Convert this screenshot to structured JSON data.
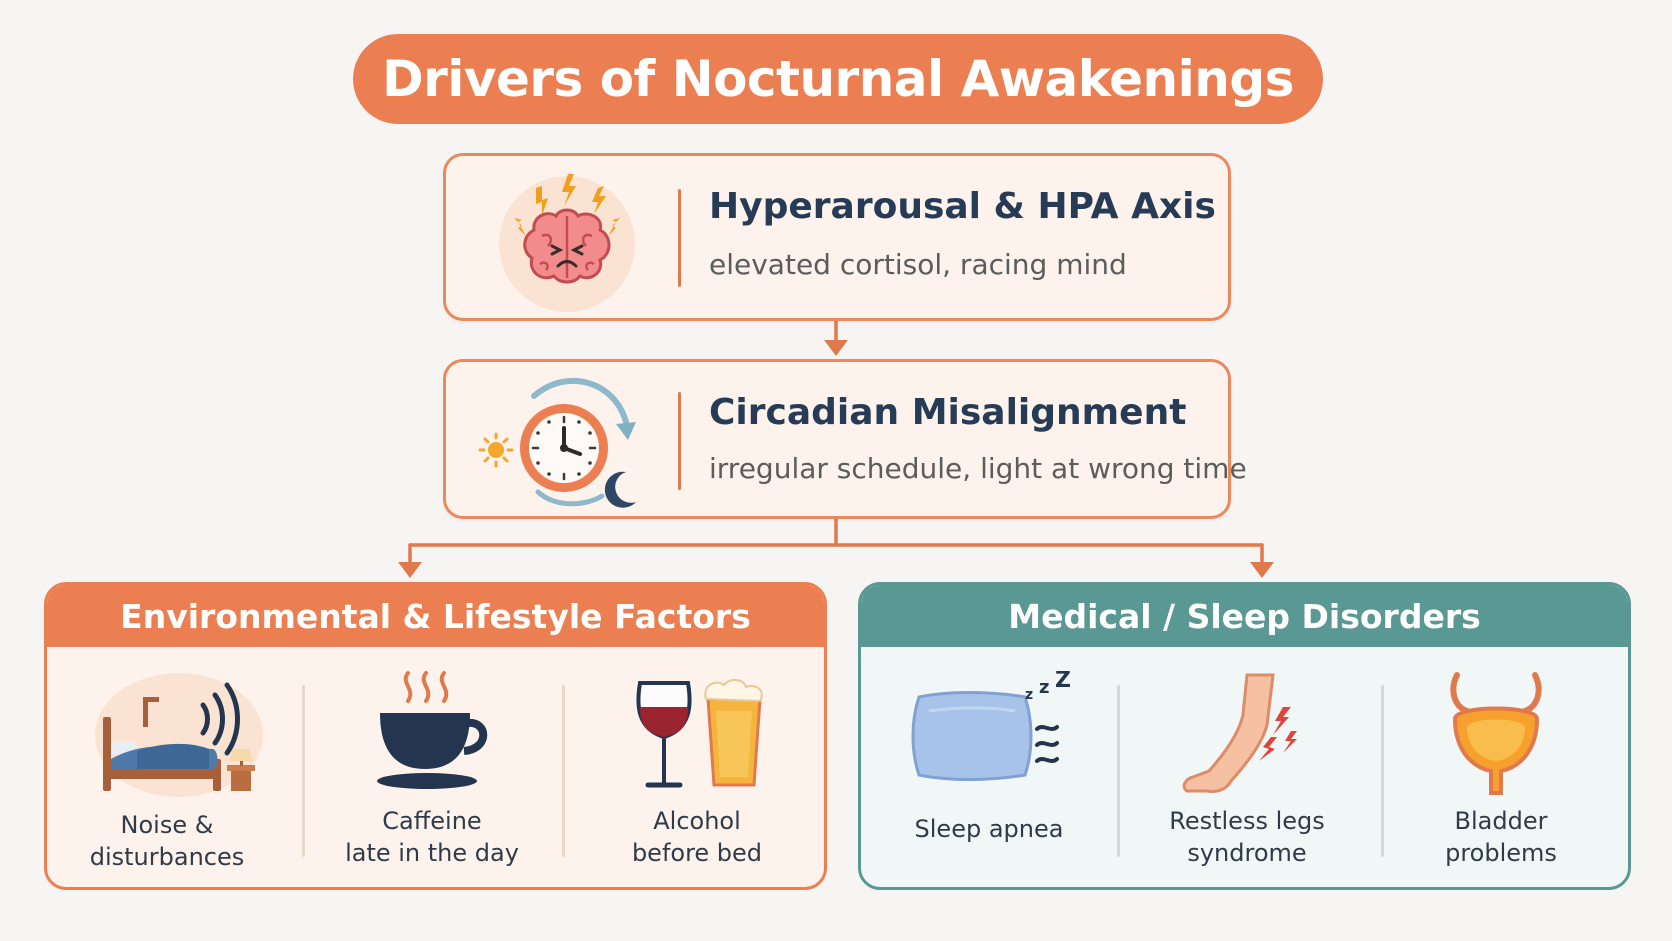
{
  "title": "Drivers of Nocturnal Awakenings",
  "colors": {
    "orange": "#ec7f52",
    "teal": "#5a9893",
    "navy": "#263b55"
  },
  "flow": [
    {
      "title": "Hyperarousal & HPA Axis",
      "subtitle": "elevated cortisol, racing mind",
      "icon": "stressed-brain-icon"
    },
    {
      "title": "Circadian Misalignment",
      "subtitle": "irregular schedule, light at wrong time",
      "icon": "clock-sun-moon-icon"
    }
  ],
  "groups": {
    "environmental": {
      "title": "Environmental & Lifestyle Factors",
      "items": [
        {
          "line1": "Noise &",
          "line2": "disturbances",
          "icon": "bed-noise-icon"
        },
        {
          "line1": "Caffeine",
          "line2": "late in the day",
          "icon": "coffee-cup-icon"
        },
        {
          "line1": "Alcohol",
          "line2": "before bed",
          "icon": "wine-beer-icon"
        }
      ]
    },
    "medical": {
      "title": "Medical / Sleep Disorders",
      "items": [
        {
          "line1": "Sleep apnea",
          "line2": "",
          "icon": "pillow-snore-icon"
        },
        {
          "line1": "Restless legs",
          "line2": "syndrome",
          "icon": "restless-leg-icon"
        },
        {
          "line1": "Bladder",
          "line2": "problems",
          "icon": "bladder-icon"
        }
      ]
    }
  }
}
